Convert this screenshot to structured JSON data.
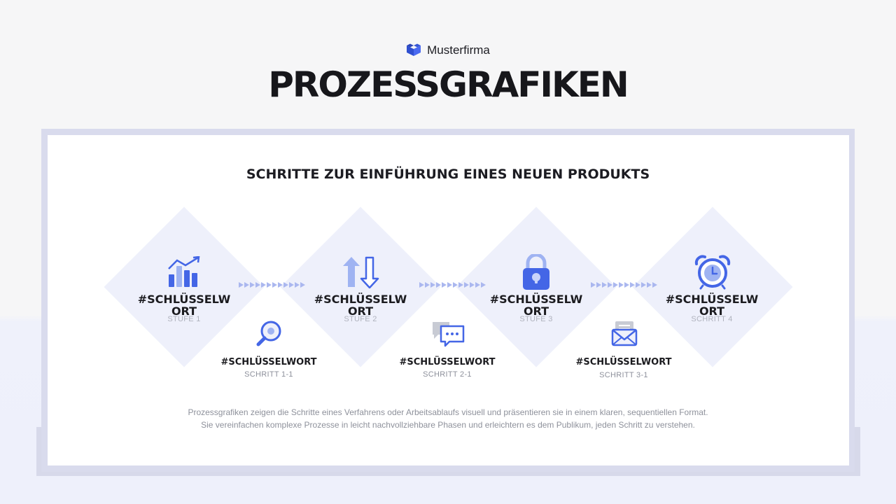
{
  "brand": {
    "name": "Musterfirma",
    "logo_icon": "cube-logo-icon",
    "accent_color": "#3b5bdb"
  },
  "page": {
    "title": "PROZESSGRAFIKEN"
  },
  "card": {
    "title": "SCHRITTE ZUR EINFÜHRUNG EINES NEUEN PRODUKTS",
    "stages": [
      {
        "icon": "bar-chart-growth-icon",
        "title": "#SCHLÜSSELWORT",
        "label": "STUFE 1"
      },
      {
        "icon": "up-down-arrows-icon",
        "title": "#SCHLÜSSELWORT",
        "label": "STUFE 2"
      },
      {
        "icon": "padlock-icon",
        "title": "#SCHLÜSSELWORT",
        "label": "STUFE 3"
      },
      {
        "icon": "alarm-clock-icon",
        "title": "#SCHLÜSSELWORT",
        "label": "SCHRITT 4"
      }
    ],
    "substeps": [
      {
        "icon": "magnifier-icon",
        "title": "#SCHLÜSSELWORT",
        "label": "SCHRITT 1-1"
      },
      {
        "icon": "chat-bubbles-icon",
        "title": "#SCHLÜSSELWORT",
        "label": "SCHRITT 2-1"
      },
      {
        "icon": "envelope-icon",
        "title": "#SCHLÜSSELWORT",
        "label": "SCHRITT 3-1"
      }
    ],
    "description": [
      "Prozessgrafiken zeigen die Schritte eines Verfahrens oder Arbeitsablaufs visuell und präsentieren sie in einem klaren, sequentiellen Format.",
      "Sie vereinfachen komplexe Prozesse in leicht nachvollziehbare Phasen und erleichtern es dem Publikum, jeden Schritt zu verstehen."
    ]
  },
  "colors": {
    "icon_primary": "#4466e6",
    "icon_light": "#9fb3f2",
    "diamond": "#eef0fb",
    "frame": "#d9dbed"
  }
}
